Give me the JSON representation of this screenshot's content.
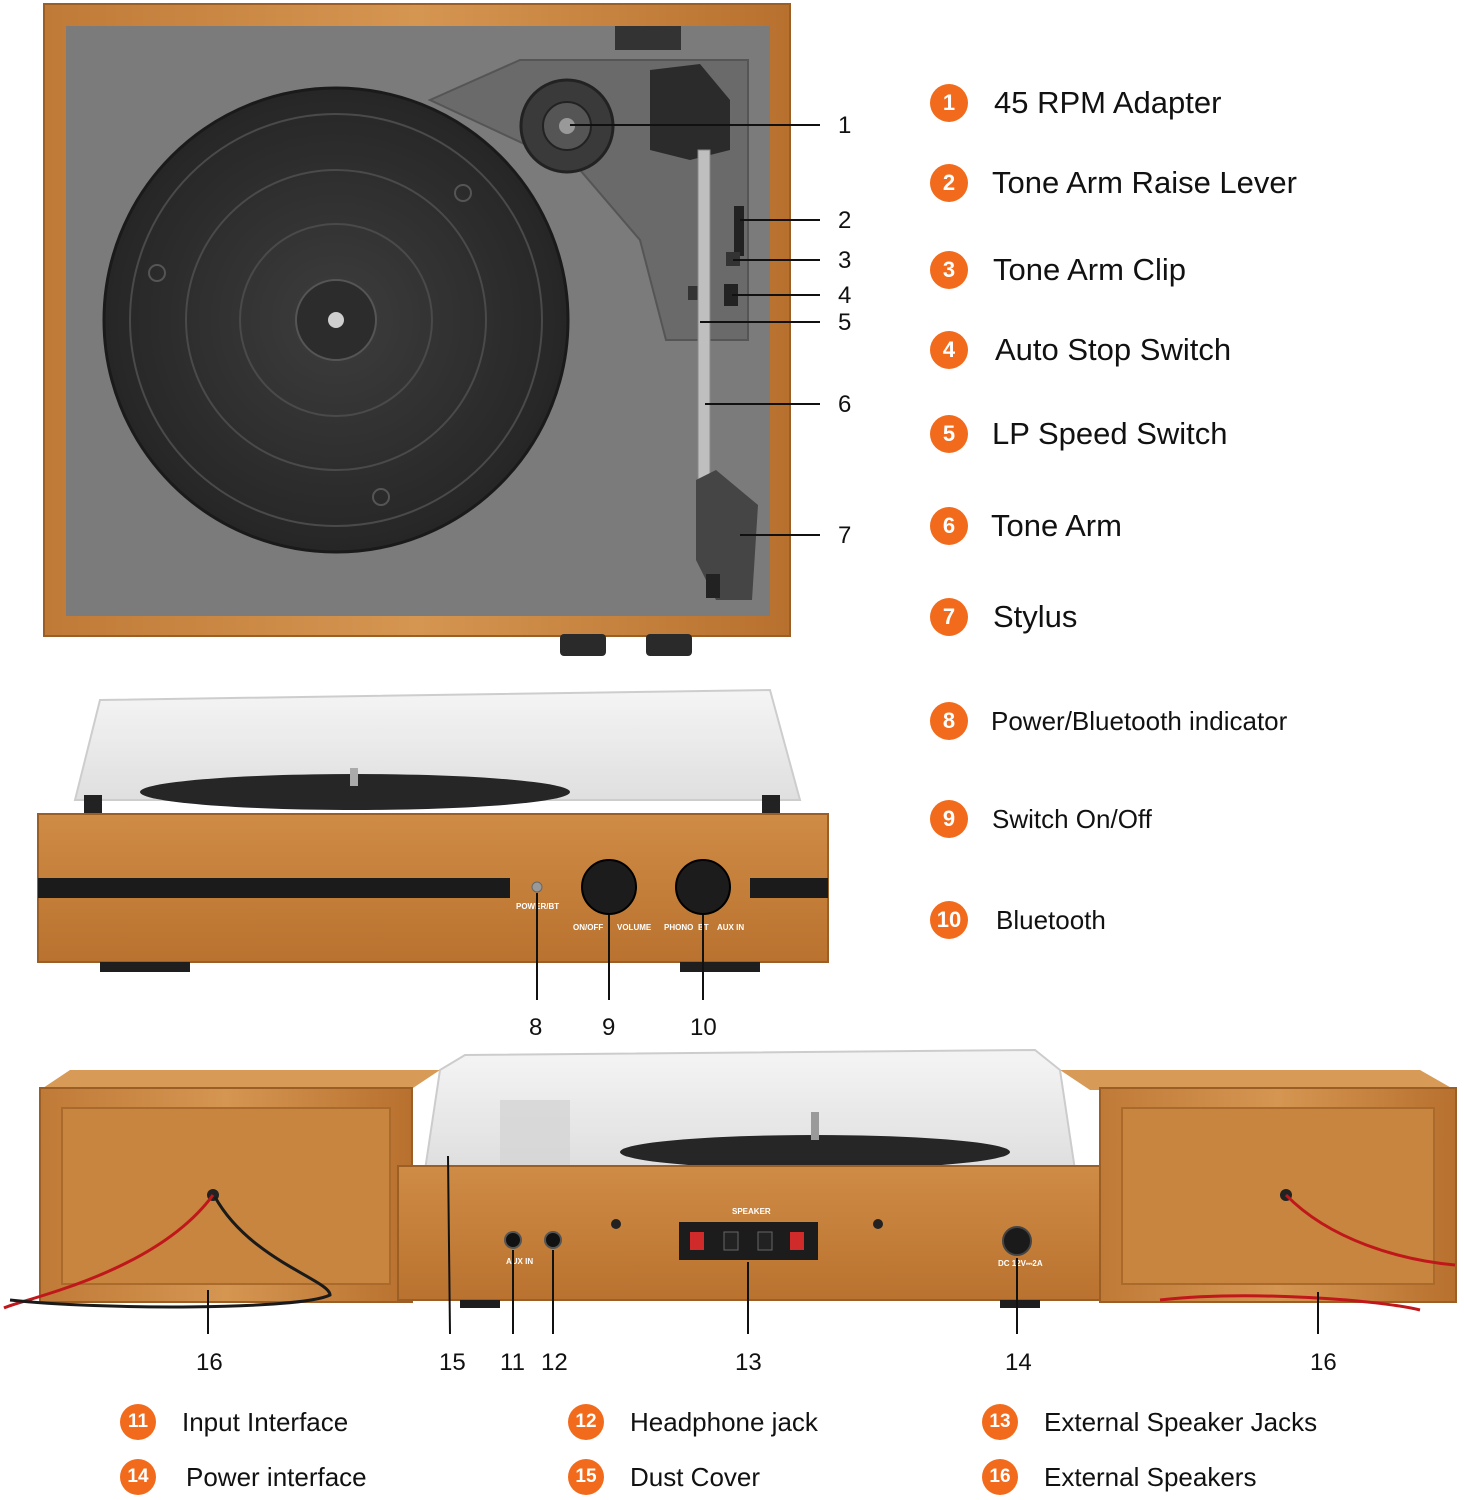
{
  "colors": {
    "accent": "#f26a1b",
    "wood": "#c98945",
    "plate": "#7a7a7a",
    "platter": "#333333"
  },
  "panel_labels": {
    "power_bt": "POWER/BT",
    "on_off": "ON/OFF",
    "volume": "VOLUME",
    "phono": "PHONO",
    "bt": "BT",
    "aux_in": "AUX IN",
    "rear_aux_in": "AUX IN",
    "speaker": "SPEAKER",
    "dc": "DC 12V⎓2A"
  },
  "callouts": {
    "top": [
      "1",
      "2",
      "3",
      "4",
      "5",
      "6",
      "7"
    ],
    "front": [
      "8",
      "9",
      "10"
    ],
    "rear": [
      "16",
      "15",
      "11",
      "12",
      "13",
      "14",
      "16"
    ]
  },
  "legend_right": [
    {
      "num": "1",
      "label": "45 RPM Adapter"
    },
    {
      "num": "2",
      "label": "Tone Arm Raise Lever"
    },
    {
      "num": "3",
      "label": "Tone Arm Clip"
    },
    {
      "num": "4",
      "label": "Auto Stop Switch"
    },
    {
      "num": "5",
      "label": "LP Speed Switch"
    },
    {
      "num": "6",
      "label": "Tone Arm"
    },
    {
      "num": "7",
      "label": "Stylus"
    },
    {
      "num": "8",
      "label": "Power/Bluetooth indicator"
    },
    {
      "num": "9",
      "label": "Switch On/Off"
    },
    {
      "num": "10",
      "label": "Bluetooth"
    }
  ],
  "legend_bottom": [
    {
      "num": "11",
      "label": "Input Interface"
    },
    {
      "num": "12",
      "label": "Headphone jack"
    },
    {
      "num": "13",
      "label": "External Speaker Jacks"
    },
    {
      "num": "14",
      "label": "Power interface"
    },
    {
      "num": "15",
      "label": "Dust Cover"
    },
    {
      "num": "16",
      "label": "External Speakers"
    }
  ]
}
